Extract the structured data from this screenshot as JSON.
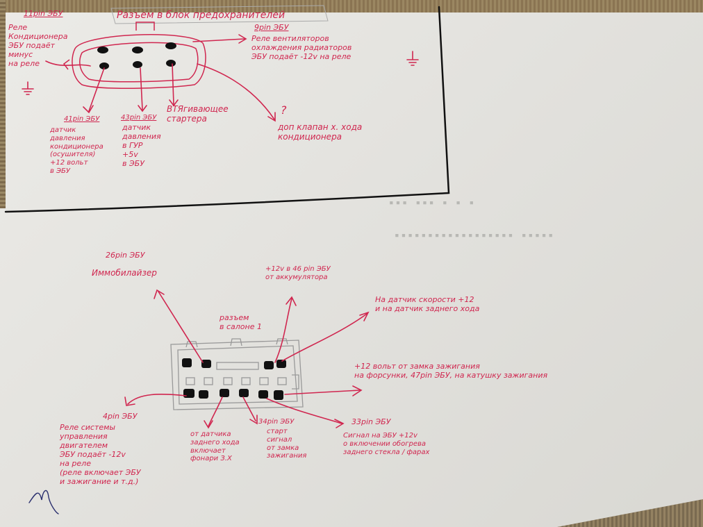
{
  "colors": {
    "ink_red": "#d0264f",
    "ink_black": "#111111",
    "ink_blue": "#2a2f6e",
    "paper": "#e6e5e1"
  },
  "top_section": {
    "title": "Разъем в блок предохранителей",
    "connector_pins": 6,
    "labels": {
      "pin11": "11pin ЭБУ",
      "pin11_desc": "Реле\nКондиционера\nЭБУ подаёт\nминус\nна реле",
      "pin9": "9pin ЭБУ",
      "pin9_desc": "Реле вентиляторов\nохлаждения радиаторов\nЭБУ подаёт -12v на реле",
      "pin41": "41pin ЭБУ",
      "pin41_desc": "датчик\nдавления\nкондиционера\n(осушителя)\n+12 вольт\nв ЭБУ",
      "pin43": "43pin ЭБУ",
      "pin43_desc": "датчик\nдавления\nв ГУР\n+5v\nв ЭБУ",
      "starter": "ВТЯгивающее\nстартера",
      "question": "?",
      "ac_valve": "доп клапан х. хода\nкондиционера"
    }
  },
  "bottom_section": {
    "connector_title": "разъем\nв салоне 1",
    "labels": {
      "pin26": "26pin ЭБУ",
      "pin26_desc": "Иммобилайзер",
      "pin46": "+12v в 46 pin ЭБУ\nот аккумулятора",
      "speed": "На датчик скорости +12\nи на датчик заднего хода",
      "ignition": "+12 вольт от замка зажигания\nна форсунки, 47pin ЭБУ, на катушку зажигания",
      "pin4": "4pin ЭБУ",
      "pin4_desc": "Реле системы\nуправления\nдвигателем\nЭБУ подаёт -12v\nна реле\n(реле включает ЭБУ\nи зажигание и т.д.)",
      "reverse": "от датчика\nзаднего хода\nвключает\nфонари З.Х",
      "pin34": "34pin ЭБУ",
      "pin34_desc": "старт\nсигнал\nот замка\nзажигания",
      "pin33": "33pin ЭБУ",
      "pin33_desc": "Сигнал на ЭБУ +12v\nо включении обогрева\nзаднего стекла / фарах"
    }
  }
}
